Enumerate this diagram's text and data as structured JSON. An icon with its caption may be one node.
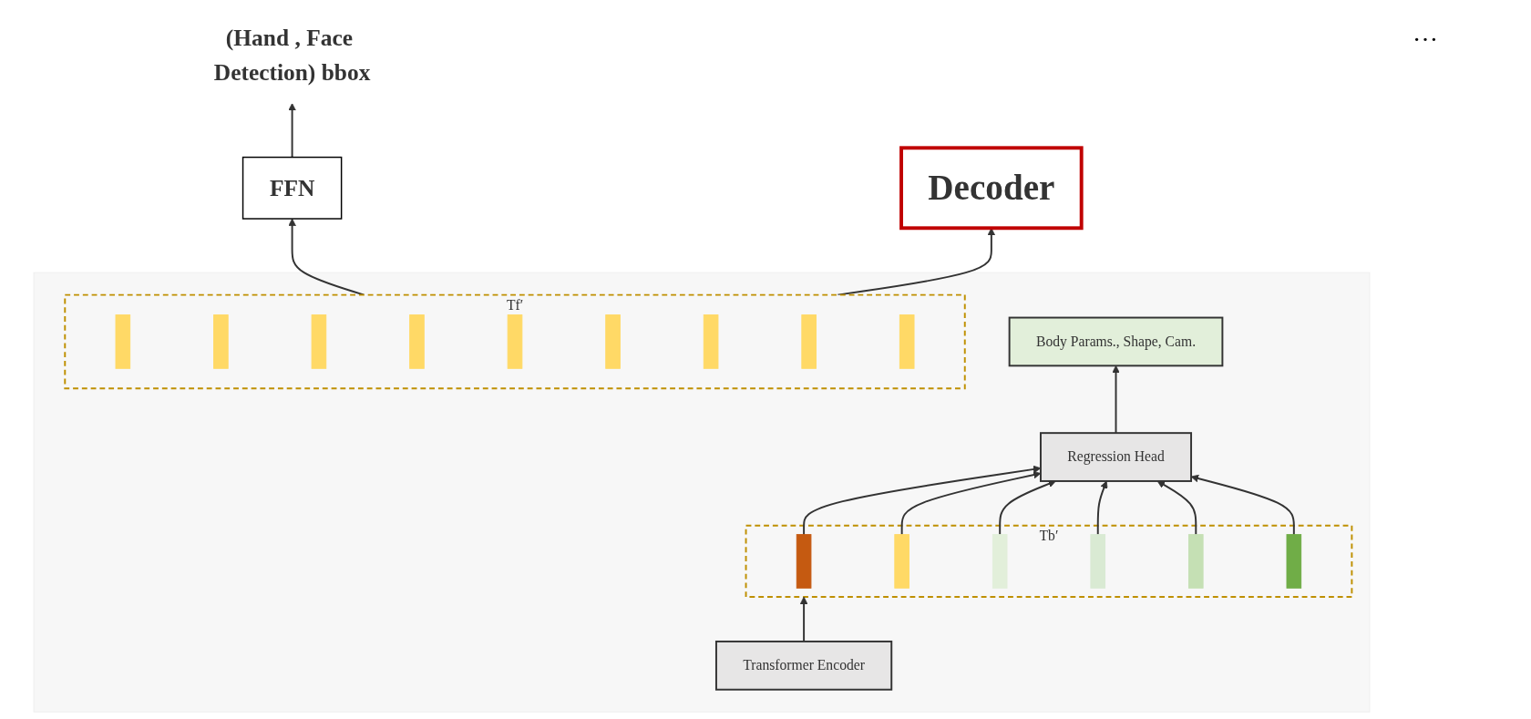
{
  "diagram": {
    "nodes": [
      {
        "text": [
          "(Hand , Face Detection) bbox"
        ]
      },
      {
        "text": [
          "FFN"
        ]
      },
      {
        "text": [],
        "shape": "box"
      },
      {
        "text": [
          "Body Params., Shape, Cam."
        ],
        "in": 2
      },
      {
        "text": [
          "Regression Head"
        ],
        "in": 2
      },
      {
        "text": [
          "Tb′"
        ],
        "in": 2
      },
      {
        "text": [],
        "shape": "bar",
        "in": 5
      },
      {
        "text": [],
        "shape": "bar",
        "in": 5
      },
      {
        "text": [],
        "shape": "bar",
        "in": 5
      },
      {
        "text": [],
        "shape": "bar",
        "in": 5
      },
      {
        "text": [],
        "shape": "bar",
        "in": 5
      },
      {
        "text": [],
        "shape": "bar",
        "in": 5
      },
      {
        "text": [
          "Tf′"
        ],
        "in": 2
      },
      {
        "text": [],
        "shape": "bar",
        "in": 12
      },
      {
        "text": [],
        "shape": "bar",
        "in": 12
      },
      {
        "text": [],
        "shape": "bar",
        "in": 12
      },
      {
        "text": [],
        "shape": "bar",
        "in": 12
      },
      {
        "text": [],
        "shape": "bar",
        "in": 12
      },
      {
        "text": [],
        "shape": "bar",
        "in": 12
      },
      {
        "text": [],
        "shape": "bar",
        "in": 12
      },
      {
        "text": [],
        "shape": "bar",
        "in": 12
      },
      {
        "text": [],
        "shape": "bar",
        "in": 12
      },
      {
        "text": [
          "Transformer Encoder"
        ],
        "in": 2
      },
      {
        "text": [
          "Decoder"
        ]
      }
    ],
    "edges": [
      {
        "from": 1,
        "to": 0,
        "arrow": "to"
      },
      {
        "from": 12,
        "to": 1,
        "arrow": "to"
      },
      {
        "from": 4,
        "to": 3,
        "arrow": "to"
      },
      {
        "from": 6,
        "to": 4,
        "arrow": "to"
      },
      {
        "from": 7,
        "to": 4,
        "arrow": "to"
      },
      {
        "from": 8,
        "to": 4,
        "arrow": "to"
      },
      {
        "from": 9,
        "to": 4,
        "arrow": "to"
      },
      {
        "from": 10,
        "to": 4,
        "arrow": "to"
      },
      {
        "from": 11,
        "to": 4,
        "arrow": "to"
      },
      {
        "from": 22,
        "to": 5,
        "arrow": "to"
      },
      {
        "from": 12,
        "to": 23,
        "arrow": "to"
      }
    ],
    "labels": [
      "…"
    ]
  }
}
